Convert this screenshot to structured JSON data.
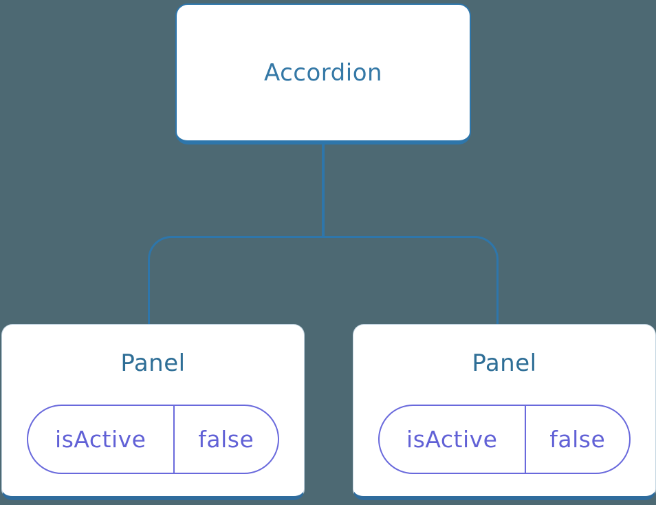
{
  "diagram": {
    "type": "component-tree",
    "background_color": "#4D6973",
    "line_color": "#2E76AB",
    "node_border_color": "#2E76AB",
    "panel_bottom_border_color": "#2F6C9D",
    "pill_color": "#6969DC",
    "root_label_color": "#3478A6",
    "panel_label_color": "#2E6E96",
    "pill_text_color": "#6161D6"
  },
  "tree": {
    "root": {
      "label": "Accordion"
    },
    "children": [
      {
        "label": "Panel",
        "props": [
          {
            "name": "isActive",
            "value": "false"
          }
        ]
      },
      {
        "label": "Panel",
        "props": [
          {
            "name": "isActive",
            "value": "false"
          }
        ]
      }
    ]
  }
}
